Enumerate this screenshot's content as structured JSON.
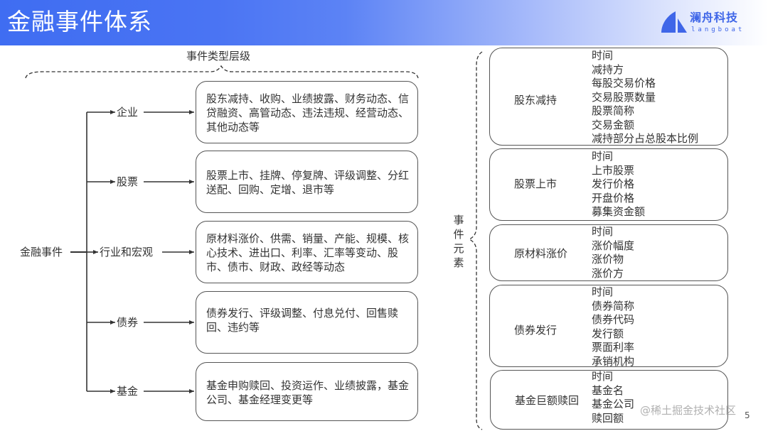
{
  "header": {
    "title": "金融事件体系",
    "logo": {
      "icon": "sail-logo-icon",
      "name_cn": "澜舟科技",
      "name_en": "langboat",
      "color": "#3f66e8"
    },
    "gradient_start": "#3f6df2",
    "gradient_end": "#ffffff"
  },
  "event_types": {
    "section_label": "事件类型层级",
    "root": "金融事件",
    "categories": [
      {
        "label": "企业",
        "description": "股东减持、收购、业绩披露、财务动态、信贷融资、高管动态、违法违规、经营动态、其他动态等"
      },
      {
        "label": "股票",
        "description": "股票上市、挂牌、停复牌、评级调整、分红送配、回购、定增、退市等"
      },
      {
        "label": "行业和宏观",
        "description": "原材料涨价、供需、销量、产能、规模、核心技术、进出口、利率、汇率等变动、股市、债市、财政、政经等动态"
      },
      {
        "label": "债券",
        "description": "债券发行、评级调整、付息兑付、回售赎回、违约等"
      },
      {
        "label": "基金",
        "description": "基金申购赎回、投资运作、业绩披露，基金公司、基金经理变更等"
      }
    ]
  },
  "event_elements": {
    "section_label": "事件元素",
    "groups": [
      {
        "name": "股东减持",
        "fields": [
          "时间",
          "减持方",
          "每股交易价格",
          "交易股票数量",
          "股票简称",
          "交易金额",
          "减持部分占总股本比例"
        ]
      },
      {
        "name": "股票上市",
        "fields": [
          "时间",
          "上市股票",
          "发行价格",
          "开盘价格",
          "募集资金额"
        ]
      },
      {
        "name": "原材料涨价",
        "fields": [
          "时间",
          "涨价幅度",
          "涨价物",
          "涨价方"
        ]
      },
      {
        "name": "债券发行",
        "fields": [
          "时间",
          "债券简称",
          "债券代码",
          "发行额",
          "票面利率",
          "承销机构"
        ]
      },
      {
        "name": "基金巨额赎回",
        "fields": [
          "时间",
          "基金名",
          "基金公司",
          "赎回额"
        ]
      }
    ]
  },
  "footer": {
    "watermark": "@稀土掘金技术社区",
    "page_number": "5"
  }
}
